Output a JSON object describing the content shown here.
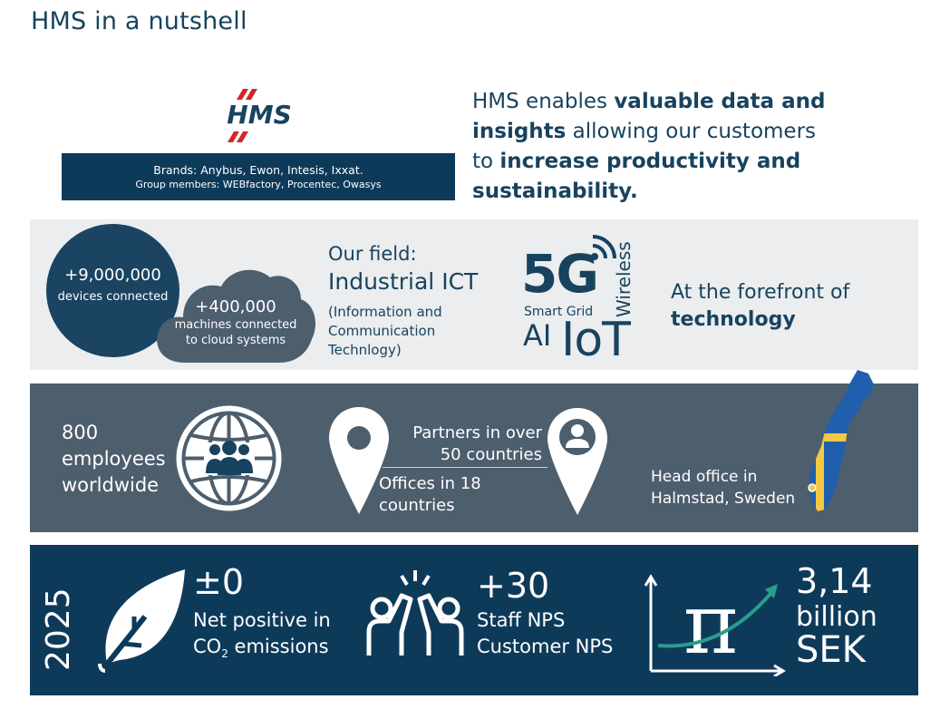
{
  "title": "HMS in a nutshell",
  "brand_logo_text": "HMS",
  "brands": {
    "line1": "Brands: Anybus, Ewon, Intesis, Ixxat.",
    "line2": "Group members: WEBfactory, Procentec, Owasys"
  },
  "tagline": {
    "part1": "HMS enables ",
    "bold1": "valuable data and insights",
    "part2": " allowing our customers to ",
    "bold2": "increase productivity and sustainability."
  },
  "devices": {
    "value": "+9,000,000",
    "label": "devices connected"
  },
  "machines": {
    "value": "+400,000",
    "label_line1": "machines connected",
    "label_line2": "to cloud systems"
  },
  "field": {
    "heading": "Our field:",
    "title": "Industrial ICT",
    "subtitle": "(Information and Communication Technlogy)"
  },
  "tech": {
    "five_g": "5G",
    "smart_grid": "Smart Grid",
    "ai": "AI",
    "iot": "IoT",
    "wireless": "Wireless"
  },
  "forefront": {
    "part1": "At the forefront of ",
    "bold": "technology"
  },
  "employees": {
    "line1": "800",
    "line2": "employees",
    "line3": "worldwide"
  },
  "partners": {
    "line1": "Partners in over",
    "line2": "50 countries"
  },
  "offices": {
    "line1": "Offices in 18",
    "line2": "countries"
  },
  "head_office": {
    "line1": "Head office in",
    "line2": "Halmstad, Sweden"
  },
  "year": "2025",
  "co2": {
    "value": "±0",
    "line1": "Net positive in",
    "line2_prefix": "CO",
    "line2_sub": "2",
    "line2_suffix": " emissions"
  },
  "nps": {
    "value": "+30",
    "line1": "Staff NPS",
    "line2": "Customer NPS"
  },
  "revenue": {
    "value": "3,14",
    "unit": "billion",
    "currency": "SEK"
  },
  "colors": {
    "navy": "#0e3a5a",
    "slate": "#4d5e6d",
    "light_band": "#ebedef",
    "cloud": "#4d5e6d",
    "logo_red": "#d3262b",
    "accent_green": "#2a9d8f",
    "sweden_blue": "#1f5fae",
    "sweden_yellow": "#f5c842"
  },
  "icons": [
    "hms-logo-icon",
    "cloud-icon",
    "signal-wave-icon",
    "globe-people-icon",
    "location-pin-icon",
    "location-pin-person-icon",
    "sweden-map-icon",
    "leaf-icon",
    "high-five-icon",
    "pi-growth-chart-icon"
  ]
}
